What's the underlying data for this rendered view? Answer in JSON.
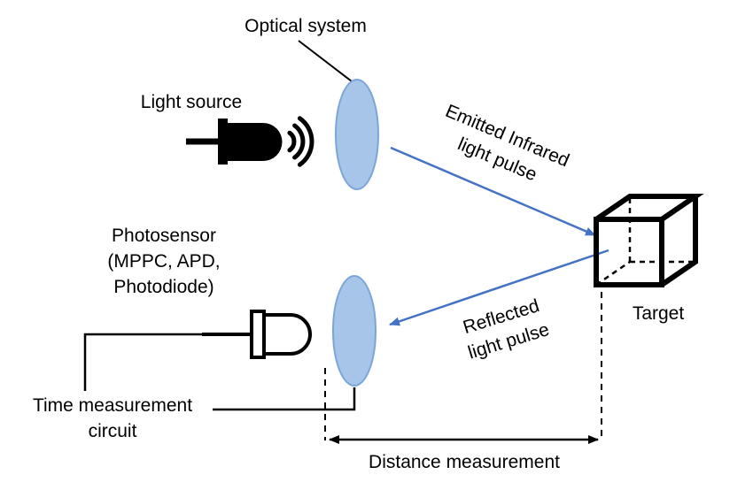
{
  "diagram": {
    "title_implicit": "Time-of-flight distance measurement diagram",
    "labels": {
      "optical_system": "Optical system",
      "light_source": "Light source",
      "emitted_pulse": "Emitted Infrared\nlight pulse",
      "reflected_pulse": "Reflected\nlight pulse",
      "photosensor": "Photosensor\n(MPPC, APD,\nPhotodiode)",
      "time_circuit": "Time measurement\ncircuit",
      "target": "Target",
      "distance": "Distance measurement"
    },
    "colors": {
      "arrow_blue": "#4472C4",
      "lens_fill": "#A6C5E8",
      "lens_stroke": "#7CA6D8",
      "line_black": "#000000",
      "background": "#FFFFFF"
    }
  }
}
